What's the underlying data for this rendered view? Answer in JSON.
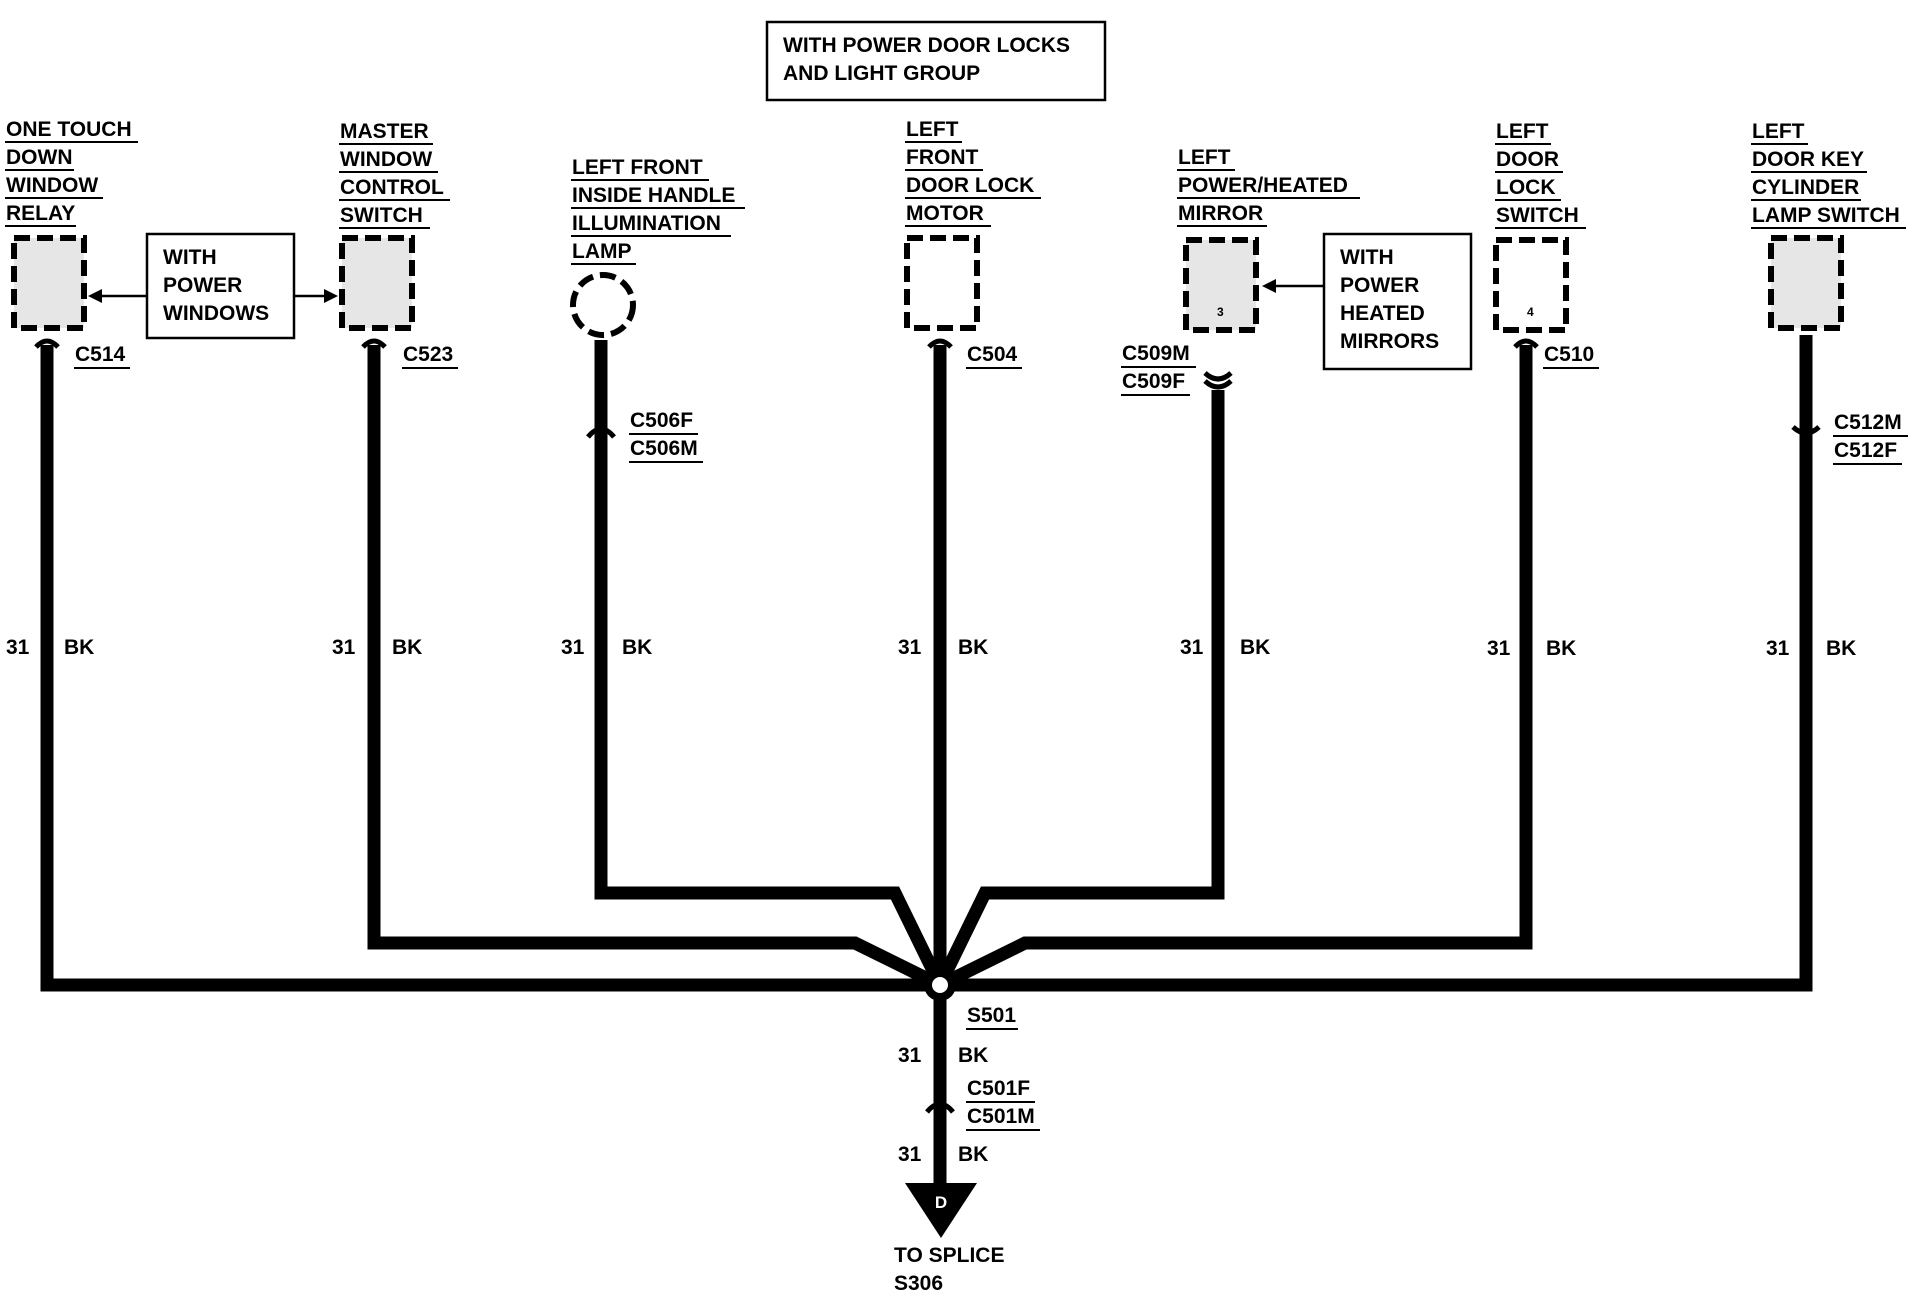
{
  "header": {
    "lines": [
      "WITH POWER DOOR LOCKS",
      "AND LIGHT GROUP"
    ]
  },
  "notes": {
    "power_windows": [
      "WITH",
      "POWER",
      "WINDOWS"
    ],
    "heated_mirrors": [
      "WITH",
      "POWER",
      "HEATED",
      "MIRRORS"
    ]
  },
  "components": [
    {
      "name": [
        "ONE TOUCH",
        "DOWN",
        "WINDOW",
        "RELAY"
      ],
      "connector": [
        "C514"
      ]
    },
    {
      "name": [
        "MASTER",
        "WINDOW",
        "CONTROL",
        "SWITCH"
      ],
      "connector": [
        "C523"
      ]
    },
    {
      "name": [
        "LEFT FRONT",
        "INSIDE HANDLE",
        "ILLUMINATION",
        "LAMP"
      ],
      "connector": [
        "C506F",
        "C506M"
      ]
    },
    {
      "name": [
        "LEFT",
        "FRONT",
        "DOOR LOCK",
        "MOTOR"
      ],
      "connector": [
        "C504"
      ]
    },
    {
      "name": [
        "LEFT",
        "POWER/HEATED",
        "MIRROR"
      ],
      "connector": [
        "C509M",
        "C509F"
      ],
      "pin": "3"
    },
    {
      "name": [
        "LEFT",
        "DOOR",
        "LOCK",
        "SWITCH"
      ],
      "connector": [
        "C510"
      ],
      "pin": "4"
    },
    {
      "name": [
        "LEFT",
        "DOOR KEY",
        "CYLINDER",
        "LAMP SWITCH"
      ],
      "connector": [
        "C512M",
        "C512F"
      ]
    }
  ],
  "wire": {
    "circuit": "31",
    "color": "BK"
  },
  "splice": {
    "id": "S501"
  },
  "lower_connector": [
    "C501F",
    "C501M"
  ],
  "ground_ref": {
    "letter": "D",
    "lines": [
      "TO SPLICE",
      "S306"
    ]
  }
}
